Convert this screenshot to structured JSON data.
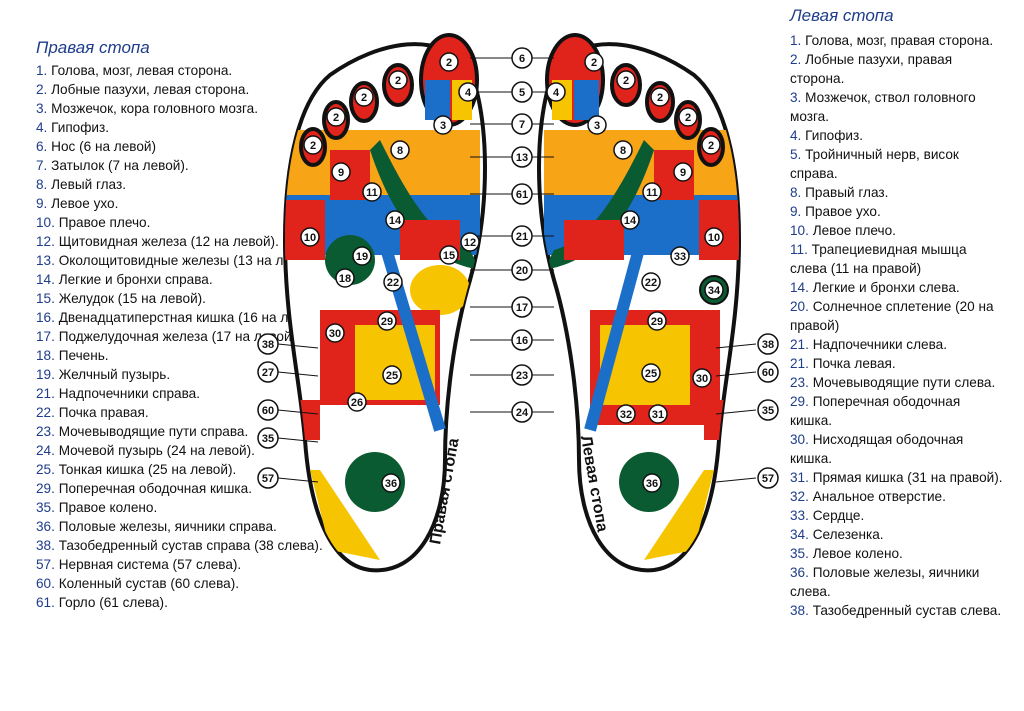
{
  "right_foot": {
    "title": "Правая стопа",
    "items": [
      {
        "num": "1.",
        "text": "Голова, мозг, левая сторона."
      },
      {
        "num": "2.",
        "text": "Лобные пазухи, левая сторона."
      },
      {
        "num": "3.",
        "text": "Мозжечок, кора головного мозга."
      },
      {
        "num": "4.",
        "text": "Гипофиз."
      },
      {
        "num": "6.",
        "text": "Нос (6 на левой)"
      },
      {
        "num": "7.",
        "text": "Затылок (7 на левой)."
      },
      {
        "num": "8.",
        "text": "Левый глаз."
      },
      {
        "num": "9.",
        "text": "Левое ухо."
      },
      {
        "num": "10.",
        "text": "Правое плечо."
      },
      {
        "num": "12.",
        "text": "Щитовидная железа (12 на левой)."
      },
      {
        "num": "13.",
        "text": "Околощитовидные железы (13 на левой)."
      },
      {
        "num": "14.",
        "text": "Легкие и бронхи справа."
      },
      {
        "num": "15.",
        "text": "Желудок (15 на левой)."
      },
      {
        "num": "16.",
        "text": "Двенадцатиперстная кишка (16 на левой)."
      },
      {
        "num": "17.",
        "text": "Поджелудочная железа (17 на левой)."
      },
      {
        "num": "18.",
        "text": "Печень."
      },
      {
        "num": "19.",
        "text": "Желчный пузырь."
      },
      {
        "num": "21.",
        "text": "Надпочечники справа."
      },
      {
        "num": "22.",
        "text": "Почка правая."
      },
      {
        "num": "23.",
        "text": "Мочевыводящие пути справа."
      },
      {
        "num": "24.",
        "text": "Мочевой пузырь (24 на левой)."
      },
      {
        "num": "25.",
        "text": "Тонкая кишка (25 на левой)."
      },
      {
        "num": "29.",
        "text": "Поперечная ободочная кишка."
      },
      {
        "num": "35.",
        "text": "Правое колено."
      },
      {
        "num": "36.",
        "text": "Половые железы, яичники справа."
      },
      {
        "num": "38.",
        "text": "Тазобедренный сустав справа (38 слева)."
      },
      {
        "num": "57.",
        "text": "Нервная система (57 слева)."
      },
      {
        "num": "60.",
        "text": "Коленный сустав (60 слева)."
      },
      {
        "num": "61.",
        "text": "Горло (61 слева)."
      }
    ]
  },
  "left_foot": {
    "title": "Левая стопа",
    "items": [
      {
        "num": "1.",
        "text": "Голова, мозг, правая сторона."
      },
      {
        "num": "2.",
        "text": "Лобные пазухи, правая сторона."
      },
      {
        "num": "3.",
        "text": "Мозжечок, ствол головного мозга."
      },
      {
        "num": "4.",
        "text": "Гипофиз."
      },
      {
        "num": "5.",
        "text": "Тройничный нерв, висок справа."
      },
      {
        "num": "8.",
        "text": "Правый глаз."
      },
      {
        "num": "9.",
        "text": "Правое ухо."
      },
      {
        "num": "10.",
        "text": "Левое плечо."
      },
      {
        "num": "11.",
        "text": "Трапециевидная мышца слева (11 на правой)"
      },
      {
        "num": "14.",
        "text": "Легкие и бронхи слева."
      },
      {
        "num": "20.",
        "text": "Солнечное сплетение (20 на правой)"
      },
      {
        "num": "21.",
        "text": "Надпочечники слева."
      },
      {
        "num": "21.",
        "text": "Почка левая."
      },
      {
        "num": "23.",
        "text": "Мочевыводящие пути слева."
      },
      {
        "num": "29.",
        "text": "Поперечная ободочная кишка."
      },
      {
        "num": "30.",
        "text": "Нисходящая ободочная кишка."
      },
      {
        "num": "31.",
        "text": "Прямая кишка (31 на правой)."
      },
      {
        "num": "32.",
        "text": "Анальное отверстие."
      },
      {
        "num": "33.",
        "text": "Сердце."
      },
      {
        "num": "34.",
        "text": "Селезенка."
      },
      {
        "num": "35.",
        "text": "Левое колено."
      },
      {
        "num": "36.",
        "text": "Половые железы, яичники слева."
      },
      {
        "num": "38.",
        "text": "Тазобедренный сустав слева."
      }
    ]
  },
  "diagram": {
    "label_right_foot": "Правая стопа",
    "label_left_foot": "Левая стопа",
    "center_markers": [
      "6",
      "5",
      "7",
      "13",
      "61",
      "21",
      "20",
      "17",
      "16",
      "23",
      "24"
    ],
    "side_markers_left": [
      "38",
      "27",
      "60",
      "35",
      "57"
    ],
    "side_markers_right": [
      "38",
      "60",
      "35",
      "57"
    ],
    "zones_right_foot": [
      "2",
      "2",
      "2",
      "2",
      "2",
      "4",
      "3",
      "8",
      "9",
      "11",
      "14",
      "10",
      "12",
      "15",
      "19",
      "18",
      "22",
      "29",
      "30",
      "25",
      "26",
      "36"
    ],
    "zones_left_foot": [
      "2",
      "2",
      "2",
      "2",
      "2",
      "4",
      "3",
      "8",
      "9",
      "11",
      "14",
      "10",
      "33",
      "22",
      "34",
      "29",
      "25",
      "30",
      "32",
      "31",
      "36"
    ],
    "colors": {
      "red": "#e0231b",
      "orange": "#f7a416",
      "yellow": "#f6c400",
      "blue": "#1c6fc9",
      "green": "#0a5a32",
      "outline": "#111111",
      "text_blue": "#1f3d8a"
    }
  }
}
